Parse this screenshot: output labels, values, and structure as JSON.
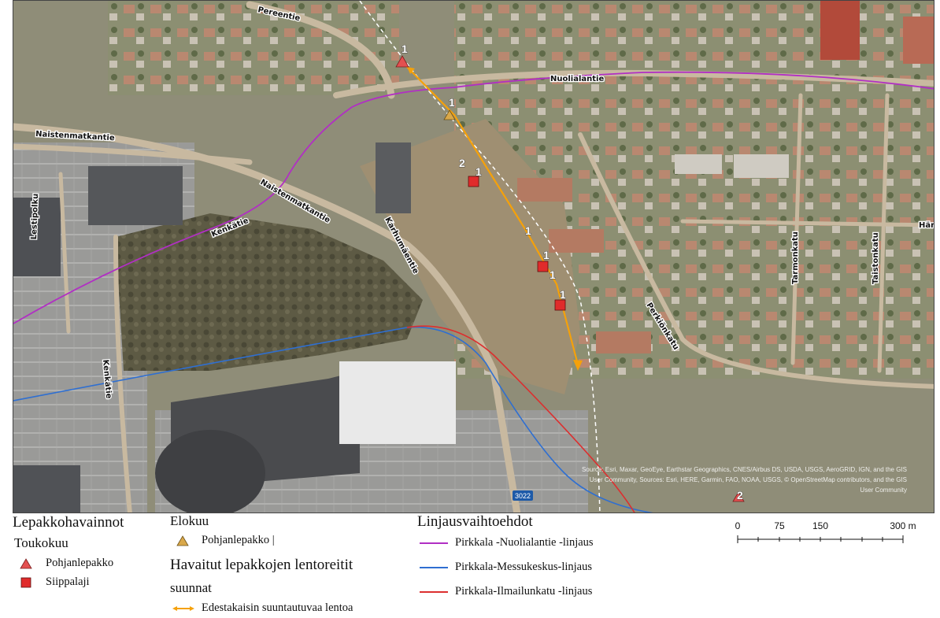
{
  "map": {
    "streets": {
      "pereentie": "Pereentie",
      "nuolialantie": "Nuolialantie",
      "naistenmatkantie_1": "Naistenmatkantie",
      "naistenmatkantie_2": "Naistenmatkantie",
      "kenkatie_1": "Kenkätie",
      "kenkatie_2": "Kenkätie",
      "lestipolku": "Lestipolku",
      "karhumaentie": "Karhumäentie",
      "perkionkatu": "Perkiönkatu",
      "tarmonkatu": "Tarmonkatu",
      "taistonkatu": "Taistonkatu",
      "harm": "Härm"
    },
    "road_number": "3022",
    "observation_counts": [
      "1",
      "1",
      "2",
      "1",
      "1",
      "1",
      "1",
      "1",
      "2"
    ],
    "attribution": [
      "Source: Esri, Maxar, GeoEye, Earthstar Geographics, CNES/Airbus DS, USDA, USGS, AeroGRID, IGN, and the GIS",
      "User Community, Sources: Esri, HERE, Garmin, FAO, NOAA, USGS, © OpenStreetMap contributors, and the GIS",
      "User Community"
    ]
  },
  "legend": {
    "observations_title": "Lepakkohavainnot",
    "may_title": "Toukokuu",
    "may_items": [
      "Pohjanlepakko",
      "Siippalaji"
    ],
    "august_title": "Elokuu",
    "august_items": [
      "Pohjanlepakko |"
    ],
    "flight_title": "Havaitut lepakkojen lentoreitit",
    "flight_subtitle": "suunnat",
    "flight_items": [
      "Edestakaisin suuntautuvaa lentoa"
    ],
    "routes_title": "Linjausvaihtoehdot",
    "routes": [
      {
        "label": "Pirkkala -Nuolialantie -linjaus",
        "color": "#b12fc4"
      },
      {
        "label": "Pirkkala-Messukeskus-linjaus",
        "color": "#2f6fd1"
      },
      {
        "label": "Pirkkala-Ilmailunkatu -linjaus",
        "color": "#dc2f2f"
      }
    ],
    "symbol_colors": {
      "may_triangle": "#e35050",
      "may_square": "#e02b2b",
      "august_triangle": "#d9a84a",
      "flight_arrow": "#f5a10a"
    }
  },
  "scale_bar": {
    "labels": [
      "0",
      "75",
      "150",
      "300 m"
    ]
  }
}
